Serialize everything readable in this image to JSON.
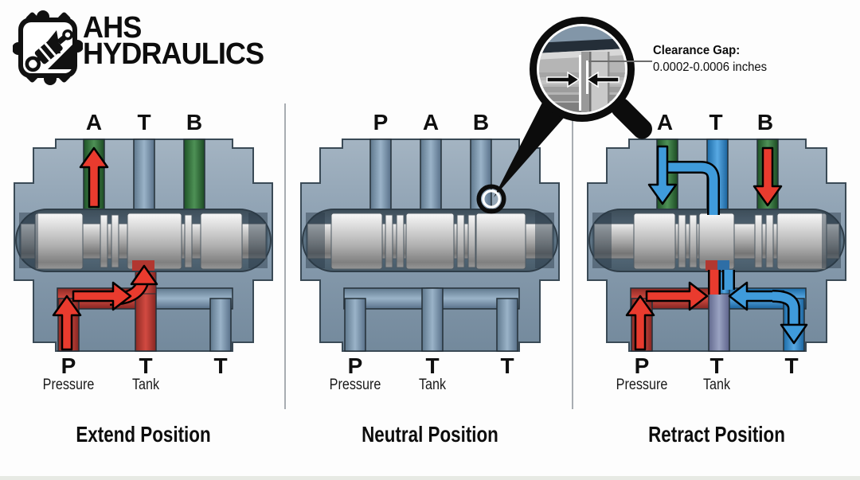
{
  "logo": {
    "line1": "AHS",
    "line2": "HYDRAULICS",
    "icon": "hydraulic-cylinder-badge"
  },
  "callout": {
    "label": "Clearance Gap:",
    "value": "0.0002-0.0006 inches"
  },
  "palette": {
    "green": "#3f8449",
    "steel": "#7e99ae",
    "red": "#c23a32",
    "blue": "#2f86c8",
    "purple": "#7c86a8",
    "body": "#8a9eb0",
    "arrow_red": "#e93b2e",
    "arrow_blue": "#3f9bdb",
    "spool": "#a6a6a6",
    "label_black": "#0d0d0d"
  },
  "panels": [
    {
      "title": "Extend Position",
      "top_ports": [
        {
          "label": "A",
          "color": "green"
        },
        {
          "label": "T",
          "color": "steel"
        },
        {
          "label": "B",
          "color": "green"
        }
      ],
      "bottom_ports": [
        {
          "label": "P",
          "sublabel": "Pressure",
          "color": "red"
        },
        {
          "label": "T",
          "sublabel": "Tank",
          "color": "red"
        },
        {
          "label": "T",
          "sublabel": "",
          "color": "steel"
        }
      ],
      "gallery": {
        "left": "red",
        "right": "steel"
      },
      "flow_arrows": [
        "red up through P",
        "red right along bottom passage",
        "red curves up into center tank channel",
        "red up and out through A"
      ]
    },
    {
      "title": "Neutral Position",
      "top_ports": [
        {
          "label": "P",
          "color": "steel"
        },
        {
          "label": "A",
          "color": "steel"
        },
        {
          "label": "B",
          "color": "steel"
        }
      ],
      "bottom_ports": [
        {
          "label": "P",
          "sublabel": "Pressure",
          "color": "steel"
        },
        {
          "label": "T",
          "sublabel": "Tank",
          "color": "steel"
        },
        {
          "label": "T",
          "sublabel": "",
          "color": "steel"
        }
      ],
      "gallery": {
        "left": "steel",
        "right": "steel"
      },
      "flow_arrows": []
    },
    {
      "title": "Retract Position",
      "top_ports": [
        {
          "label": "A",
          "color": "green"
        },
        {
          "label": "T",
          "color": "blue"
        },
        {
          "label": "B",
          "color": "green"
        }
      ],
      "bottom_ports": [
        {
          "label": "P",
          "sublabel": "Pressure",
          "color": "red"
        },
        {
          "label": "T",
          "sublabel": "Tank",
          "color": "purple"
        },
        {
          "label": "T",
          "sublabel": "",
          "color": "blue"
        }
      ],
      "gallery": {
        "left": "red",
        "right": "blue"
      },
      "flow_arrows": [
        "blue down through A",
        "blue elbow from A over into top T",
        "red down through B",
        "red up through P",
        "red right along bottom passage",
        "blue down from bore splitting left to center T",
        "blue right and down into right T"
      ]
    }
  ]
}
